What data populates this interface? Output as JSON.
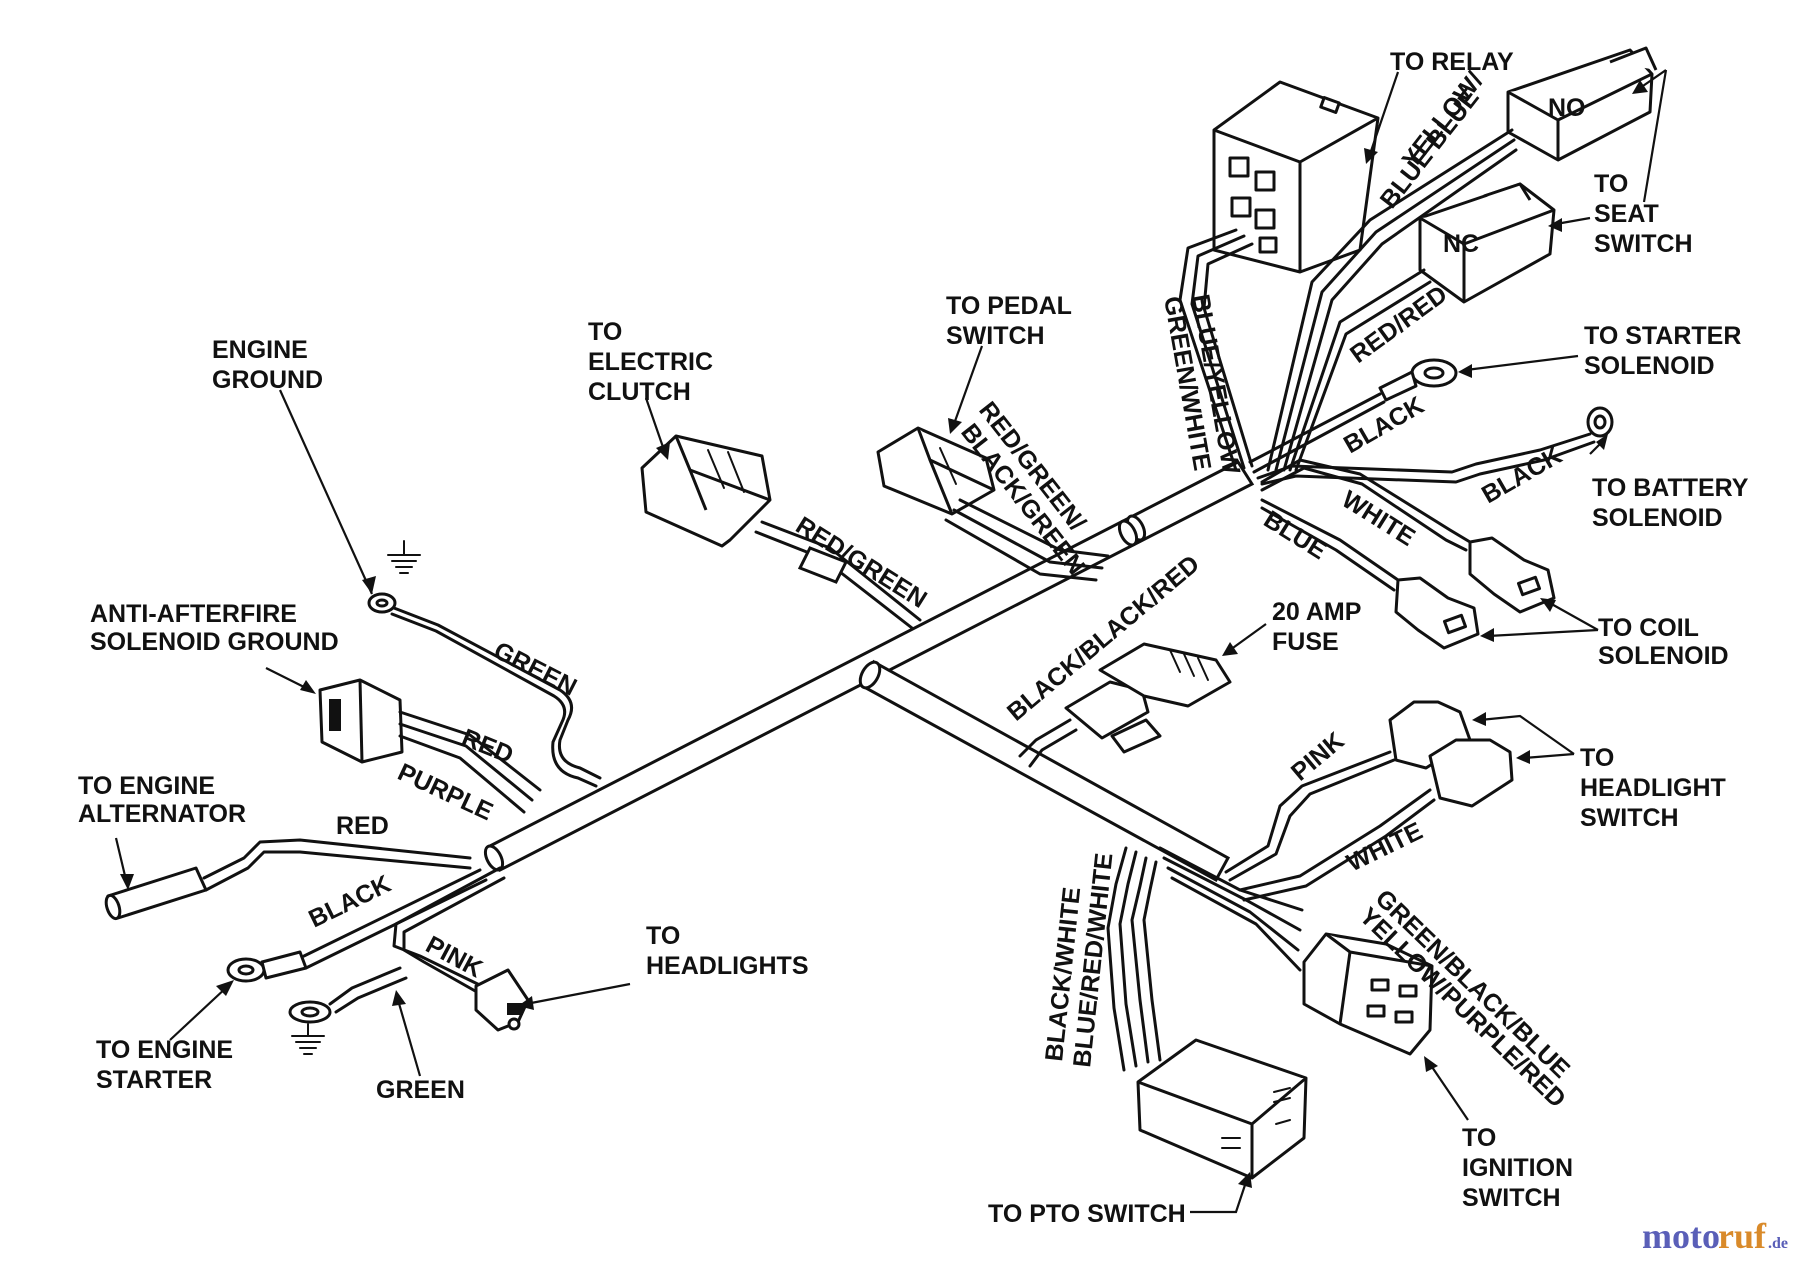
{
  "labels": {
    "engine_ground": [
      "ENGINE",
      "GROUND"
    ],
    "anti_afterfire": [
      "ANTI-AFTERFIRE",
      "SOLENOID GROUND"
    ],
    "engine_alternator": [
      "TO ENGINE",
      "ALTERNATOR"
    ],
    "engine_starter": [
      "TO ENGINE",
      "STARTER"
    ],
    "headlights": [
      "TO",
      "HEADLIGHTS"
    ],
    "electric_clutch": [
      "TO",
      "ELECTRIC",
      "CLUTCH"
    ],
    "pedal_switch": [
      "TO PEDAL",
      "SWITCH"
    ],
    "relay": "TO RELAY",
    "seat_switch": [
      "TO",
      "SEAT",
      "SWITCH"
    ],
    "starter_solenoid": [
      "TO STARTER",
      "SOLENOID"
    ],
    "battery_solenoid": [
      "TO BATTERY",
      "SOLENOID"
    ],
    "coil_solenoid": [
      "TO COIL",
      "SOLENOID"
    ],
    "fuse": [
      "20 AMP",
      "FUSE"
    ],
    "headlight_switch": [
      "TO",
      "HEADLIGHT",
      "SWITCH"
    ],
    "ignition_switch": [
      "TO",
      "IGNITION",
      "SWITCH"
    ],
    "pto_switch": "TO PTO SWITCH"
  },
  "wire_labels": {
    "green_ground": "GREEN",
    "red": "RED",
    "purple": "PURPLE",
    "red_alternator": "RED",
    "black": "BLACK",
    "pink": "PINK",
    "green_bottom": "GREEN",
    "red_green_clutch": "RED/GREEN",
    "pedal_wires": [
      "RED/GREEN/",
      "BLACK/GREEN"
    ],
    "blue_yellow": "BLUE/YELLOW",
    "green_white": "GREEN/WHITE",
    "relay_wires": [
      "YELLOW/",
      "BLUE BLUE"
    ],
    "red_red": "RED/RED",
    "black_starter": "BLACK",
    "black_battery": "BLACK",
    "white_coil": "WHITE",
    "blue_coil": "BLUE",
    "black_black_red": "BLACK/BLACK/RED",
    "pink_headlight": "PINK",
    "white_headlight": "WHITE",
    "ignition_wires": [
      "GREEN/BLACK/BLUE",
      "YELLOW/PURPLE/RED"
    ],
    "pto_wires": [
      "BLACK/WHITE",
      "BLUE/RED/WHITE"
    ]
  },
  "connector_marks": {
    "seat_no": "NO",
    "seat_nc": "NC"
  },
  "watermark": {
    "part1": "moto",
    "part2": "ruf",
    "suffix": ".de"
  }
}
